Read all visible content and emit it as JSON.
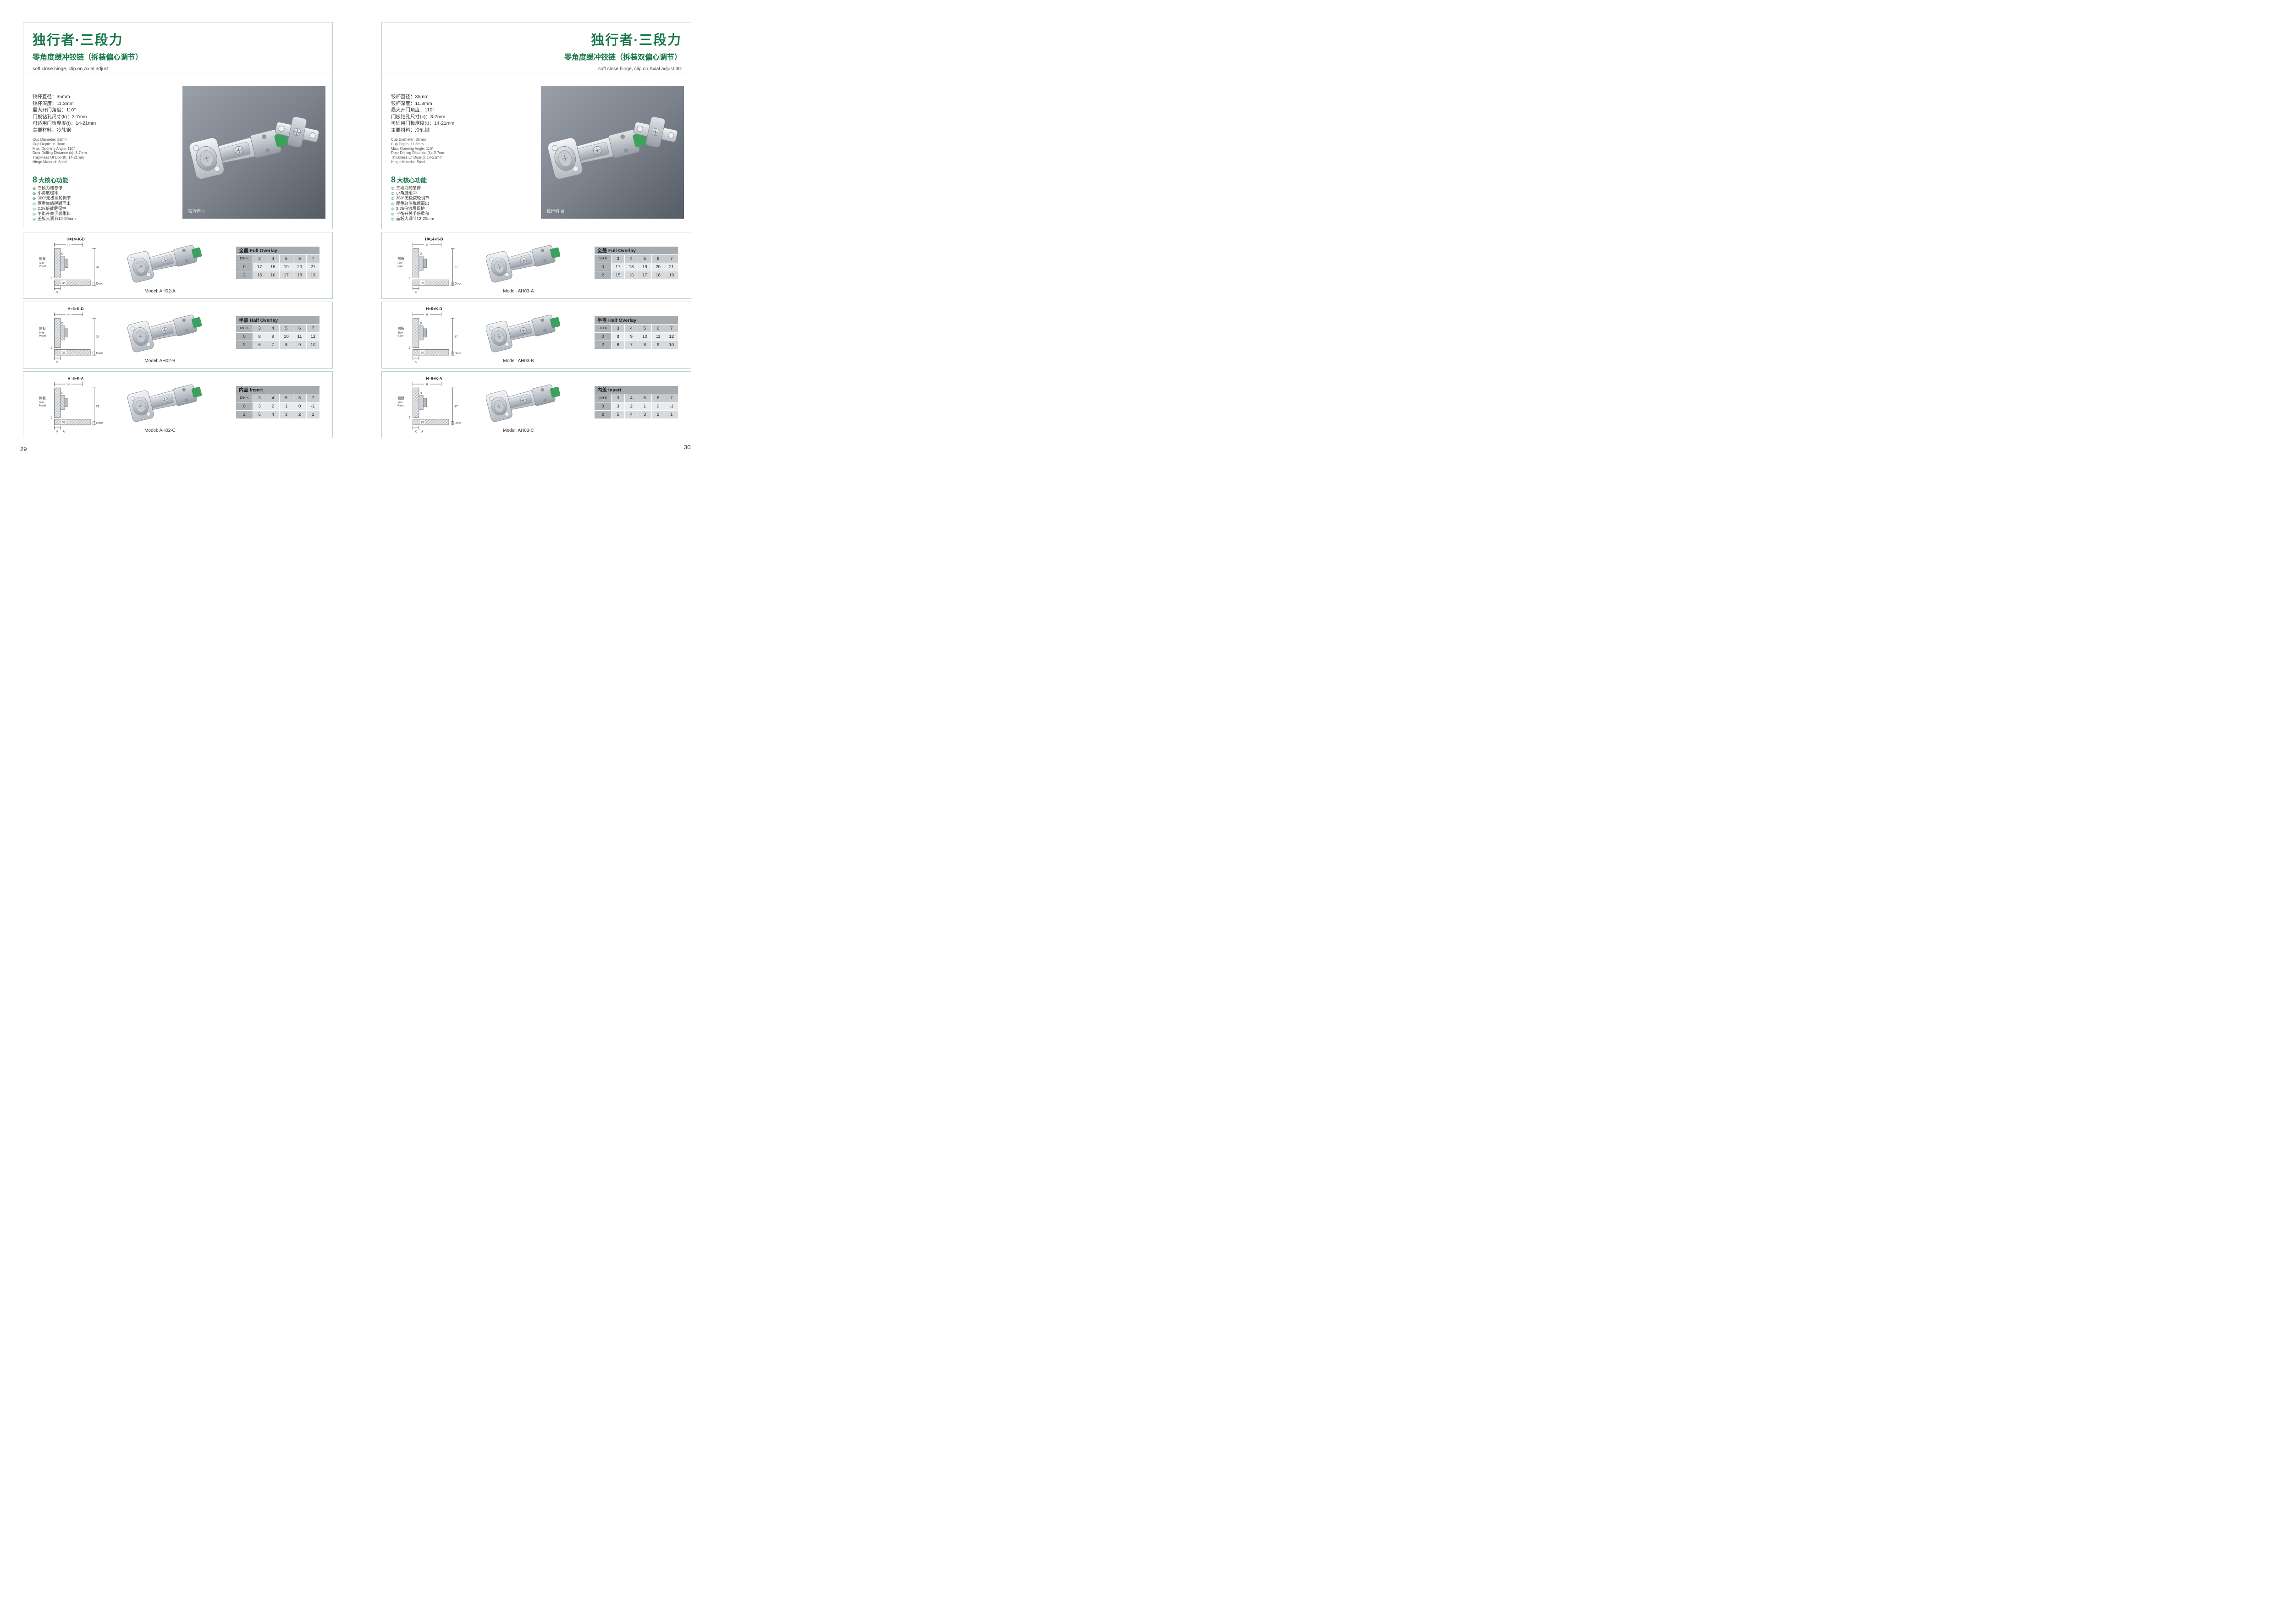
{
  "diagram": {
    "side_cn": "侧板",
    "side_en1": "Side",
    "side_en2": "Panel",
    "door": "门 Door",
    "dim_h": "H",
    "dim_d": "D",
    "dim_k": "K",
    "dim_a": "A",
    "dim_1": "1",
    "dim_37": "37",
    "dim_35": "35"
  },
  "pages": [
    {
      "page_number": "29",
      "title": "独行者·三段力",
      "subtitle": "零角度缓冲铰链（拆装偏心调节）",
      "subtitle_en": "soft close hinge, clip on,Axial adjust",
      "specs_cn": [
        "铰杯直径：35mm",
        "铰杯深度：11.3mm",
        "最大开门角度：110°",
        "门板钻孔尺寸(k)：3-7mm",
        "可适用门板厚度(t)：14-21mm",
        "主要材料：冷轧钢"
      ],
      "specs_en": [
        "Cup Diameter: 35mm",
        "Cup Depth: 11.3mm",
        "Max. Opening Angle: 110°",
        "Door Drilling Distance (k): 3-7mm",
        "Thickness Of Door(t): 14-21mm",
        "Hinge Material: Steel"
      ],
      "features_num": "8",
      "features_title": "大核心功能",
      "features": [
        "三段力随意停",
        "小角度缓冲",
        "360°无极拨轮调节",
        "厚重颜值脱颖而出",
        "2.25倍镀层保护",
        "平衡开关手感柔和",
        "盖板大调节12-20mm"
      ],
      "photo_caption": "独行者 II",
      "sections": [
        {
          "diagram_label": "H=14+K-D",
          "table_title": "全盖 Full Overlay",
          "corner": "D\\H K",
          "cols": [
            "3",
            "4",
            "5",
            "6",
            "7"
          ],
          "rows": [
            {
              "label": "0",
              "values": [
                "17",
                "18",
                "19",
                "20",
                "21"
              ]
            },
            {
              "label": "2",
              "values": [
                "15",
                "16",
                "17",
                "18",
                "19"
              ]
            }
          ],
          "model": "Model: AH02-A"
        },
        {
          "diagram_label": "H=5+K-D",
          "table_title": "半盖 Half Overlay",
          "corner": "D\\H K",
          "cols": [
            "3",
            "4",
            "5",
            "6",
            "7"
          ],
          "rows": [
            {
              "label": "0",
              "values": [
                "8",
                "9",
                "10",
                "11",
                "12"
              ]
            },
            {
              "label": "2",
              "values": [
                "6",
                "7",
                "8",
                "9",
                "10"
              ]
            }
          ],
          "model": "Model: AH02-B"
        },
        {
          "diagram_label": "H=6+K-A",
          "table_title": "内盖 Insert",
          "corner": "D\\H K",
          "cols": [
            "3",
            "4",
            "5",
            "6",
            "7"
          ],
          "rows": [
            {
              "label": "0",
              "values": [
                "3",
                "2",
                "1",
                "0",
                "-1"
              ]
            },
            {
              "label": "2",
              "values": [
                "5",
                "4",
                "3",
                "2",
                "1"
              ]
            }
          ],
          "model": "Model: AH02-C"
        }
      ]
    },
    {
      "page_number": "30",
      "title": "独行者·三段力",
      "subtitle": "零角度缓冲铰链（拆装双偏心调节）",
      "subtitle_en": "soft close hinge, clip on,Axial adjust,3D",
      "specs_cn": [
        "铰杯直径：35mm",
        "铰杯深度：11.3mm",
        "最大开门角度：110°",
        "门板钻孔尺寸(k)：3-7mm",
        "可适用门板厚度(t)：14-21mm",
        "主要材料：冷轧钢"
      ],
      "specs_en": [
        "Cup Diameter: 35mm",
        "Cup Depth: 11.3mm",
        "Max. Opening Angle: 110°",
        "Door Drilling Distance (k): 3-7mm",
        "Thickness Of Door(t): 14-21mm",
        "Hinge Material: Steel"
      ],
      "features_num": "8",
      "features_title": "大核心功能",
      "features": [
        "三段力随意停",
        "小角度缓冲",
        "360°无极拨轮调节",
        "厚重颜值脱颖而出",
        "2.25倍镀层保护",
        "平衡开关手感柔和",
        "盖板大调节12-20mm"
      ],
      "photo_caption": "独行者 III",
      "sections": [
        {
          "diagram_label": "H=14+K-D",
          "table_title": "全盖 Full Overlay",
          "corner": "D\\H K",
          "cols": [
            "3",
            "4",
            "5",
            "6",
            "7"
          ],
          "rows": [
            {
              "label": "0",
              "values": [
                "17",
                "18",
                "19",
                "20",
                "21"
              ]
            },
            {
              "label": "2",
              "values": [
                "15",
                "16",
                "17",
                "18",
                "19"
              ]
            }
          ],
          "model": "Model: AH03-A"
        },
        {
          "diagram_label": "H=5+K-D",
          "table_title": "半盖 Half Overlay",
          "corner": "D\\H K",
          "cols": [
            "3",
            "4",
            "5",
            "6",
            "7"
          ],
          "rows": [
            {
              "label": "0",
              "values": [
                "8",
                "9",
                "10",
                "11",
                "12"
              ]
            },
            {
              "label": "2",
              "values": [
                "6",
                "7",
                "8",
                "9",
                "10"
              ]
            }
          ],
          "model": "Model: AH03-B"
        },
        {
          "diagram_label": "H=6+K-A",
          "table_title": "内盖 Insert",
          "corner": "D\\H K",
          "cols": [
            "3",
            "4",
            "5",
            "6",
            "7"
          ],
          "rows": [
            {
              "label": "0",
              "values": [
                "3",
                "2",
                "1",
                "0",
                "-1"
              ]
            },
            {
              "label": "2",
              "values": [
                "5",
                "4",
                "3",
                "2",
                "1"
              ]
            }
          ],
          "model": "Model: AH03-C"
        }
      ]
    }
  ]
}
